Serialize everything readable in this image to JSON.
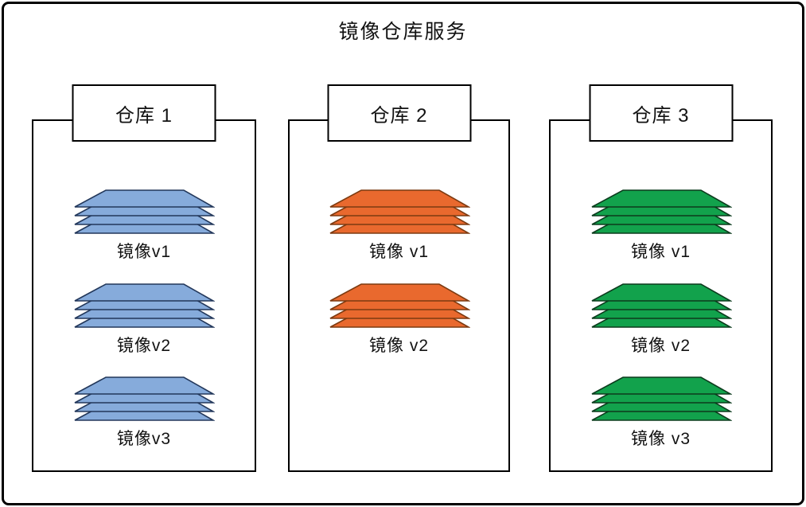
{
  "title": "镜像仓库服务",
  "repos": [
    {
      "label": "仓库 1",
      "colors": {
        "fill": "#86ABDB",
        "stroke": "#22375A"
      },
      "stacks": [
        {
          "label": "镜像v1"
        },
        {
          "label": "镜像v2"
        },
        {
          "label": "镜像v3"
        }
      ]
    },
    {
      "label": "仓库 2",
      "colors": {
        "fill": "#E9692E",
        "stroke": "#7C3A10"
      },
      "stacks": [
        {
          "label": "镜像 v1"
        },
        {
          "label": "镜像 v2"
        }
      ]
    },
    {
      "label": "仓库 3",
      "colors": {
        "fill": "#12A24C",
        "stroke": "#0C3B1D"
      },
      "stacks": [
        {
          "label": "镜像 v1"
        },
        {
          "label": "镜像 v2"
        },
        {
          "label": "镜像 v3"
        }
      ]
    }
  ]
}
